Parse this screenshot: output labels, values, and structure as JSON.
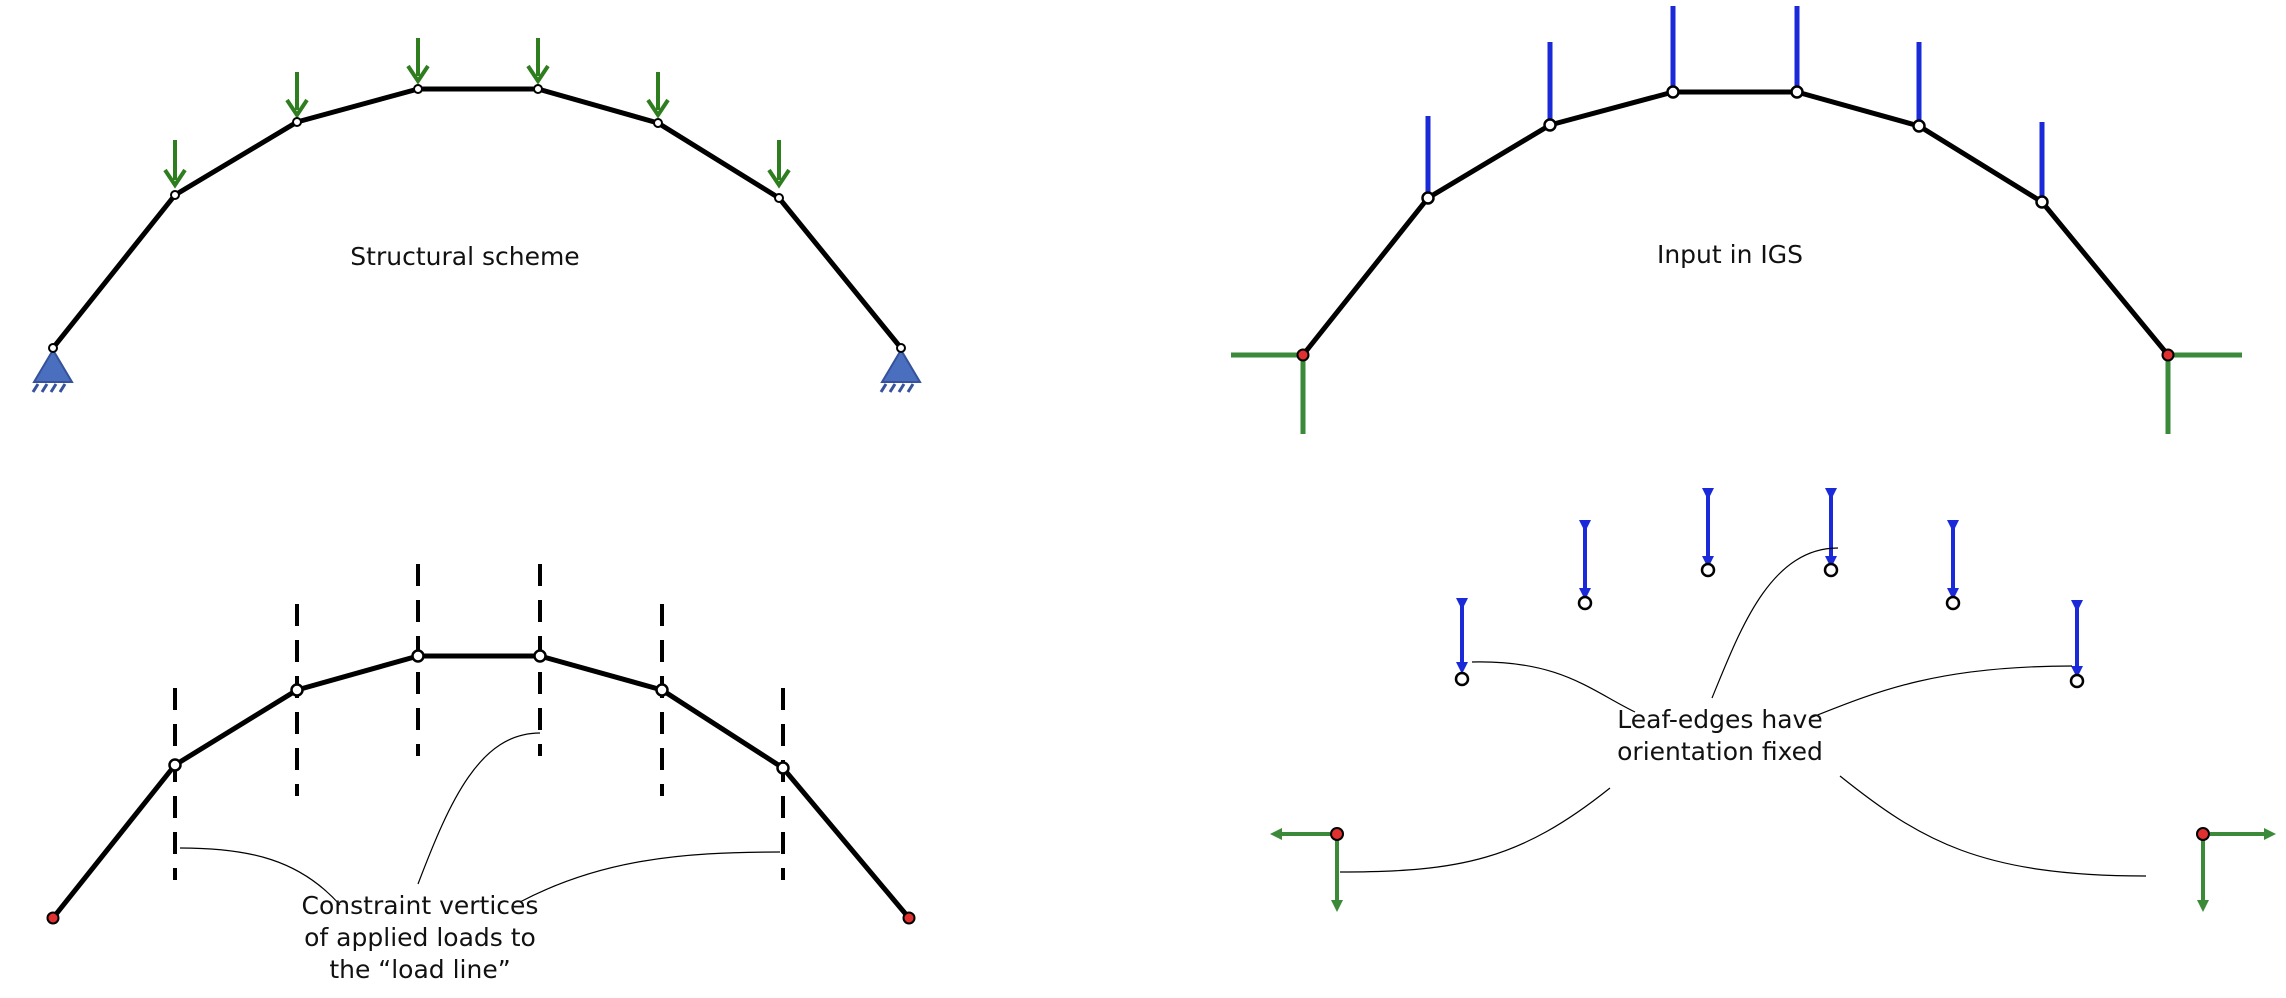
{
  "panels": {
    "structural_scheme": {
      "caption": "Structural scheme"
    },
    "input_igs": {
      "caption": "Input in IGS"
    },
    "constraints": {
      "caption_line1": "Constraint vertices",
      "caption_line2": "of applied loads to",
      "caption_line3": "the “load line”"
    },
    "leaf_edges": {
      "caption_line1": "Leaf-edges have",
      "caption_line2": "orientation fixed"
    }
  },
  "colors": {
    "member": "#000000",
    "load_arrow": "#2e7d1f",
    "support": "#4a6fbf",
    "support_vertex": "#e03030",
    "vertical_leaf_edge": "#1a2ad8",
    "reaction_leaf_edge": "#3a8a3a",
    "dashed_load_line": "#000000"
  },
  "icons": {
    "support": "pinned-support-icon",
    "load": "down-arrow-icon"
  }
}
